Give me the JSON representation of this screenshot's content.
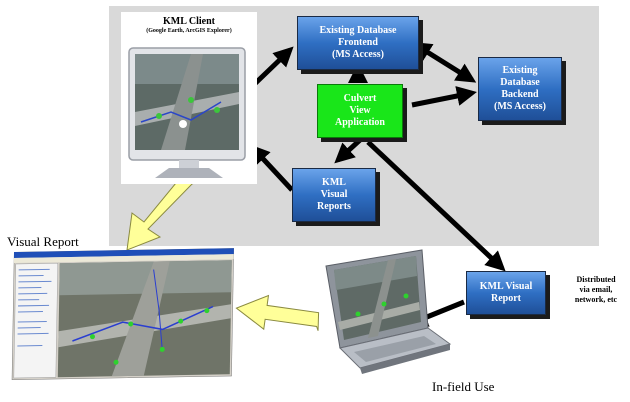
{
  "kml_client": {
    "title": "KML Client",
    "subtitle": "(Google Earth, ArcGIS Explorer)"
  },
  "boxes": {
    "frontend": {
      "lines": [
        "Existing Database",
        "Frontend",
        "(MS Access)"
      ]
    },
    "backend": {
      "lines": [
        "Existing",
        "Database",
        "Backend",
        "(MS Access)"
      ]
    },
    "culvert": {
      "lines": [
        "Culvert",
        "View",
        "Application"
      ]
    },
    "kml_reports": {
      "lines": [
        "KML",
        "Visual",
        "Reports"
      ]
    },
    "kml_report": {
      "lines": [
        "KML Visual",
        "Report"
      ]
    }
  },
  "labels": {
    "visual_report": "Visual Report",
    "infield_use": "In-field Use",
    "distributed": [
      "Distributed",
      "via email,",
      "network, etc"
    ]
  },
  "colors": {
    "panel": "#d9d9d9",
    "box_blue": "#2f6fc3",
    "box_green": "#19e619",
    "arrow_black": "#000000",
    "arrow_yellow": "#ffff99"
  }
}
